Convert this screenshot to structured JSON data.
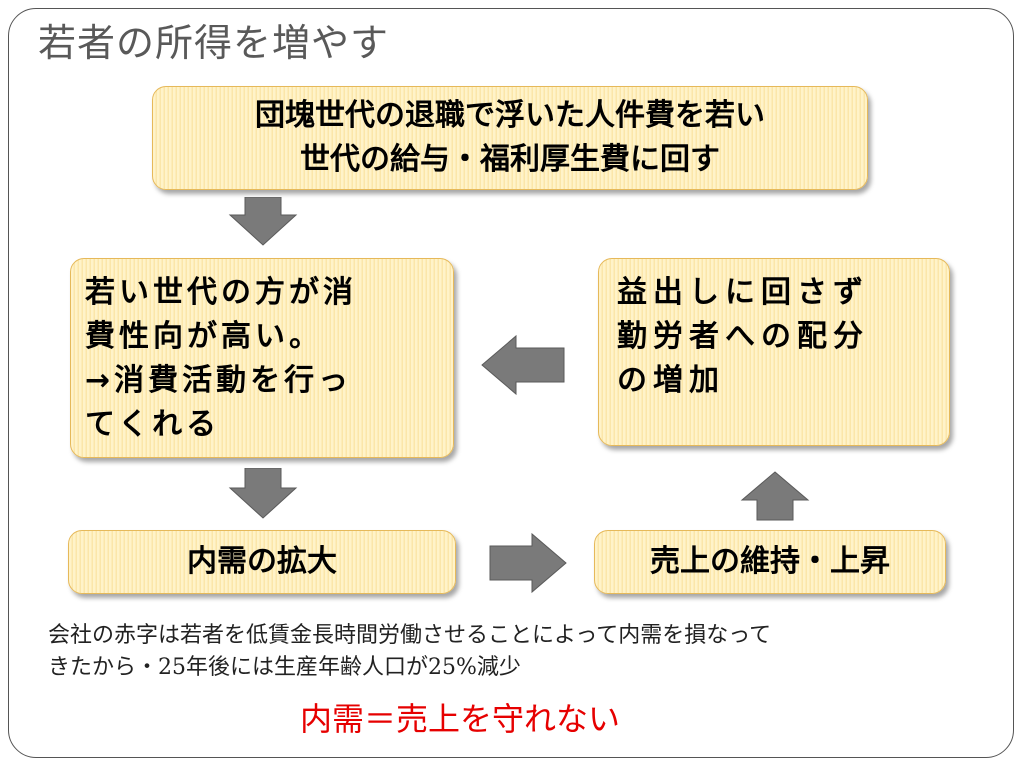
{
  "slide": {
    "title": "若者の所得を増やす"
  },
  "diagram": {
    "box_top": {
      "lines": [
        "団塊世代の退職で浮いた人件費を若い",
        "世代の給与・福利厚生費に回す"
      ]
    },
    "box_left": {
      "lines": [
        "若い世代の方が消",
        "費性向が高い。",
        "→消費活動を行っ",
        "てくれる"
      ]
    },
    "box_right": {
      "lines": [
        "益出しに回さず",
        "勤労者への配分",
        "の増加"
      ]
    },
    "box_bottom_left": {
      "label": "内需の拡大"
    },
    "box_bottom_right": {
      "label": "売上の維持・上昇"
    },
    "arrow_color": "#7a7a7a",
    "box_fill": "#fcebb4",
    "box_border": "#e6b95a"
  },
  "note": {
    "lines": [
      "会社の赤字は若者を低賃金長時間労働させることによって内需を損なって",
      "きたから・25年後には生産年齢人口が25%減少"
    ]
  },
  "conclusion": {
    "text": "内需＝売上を守れない",
    "color": "#e60000"
  }
}
